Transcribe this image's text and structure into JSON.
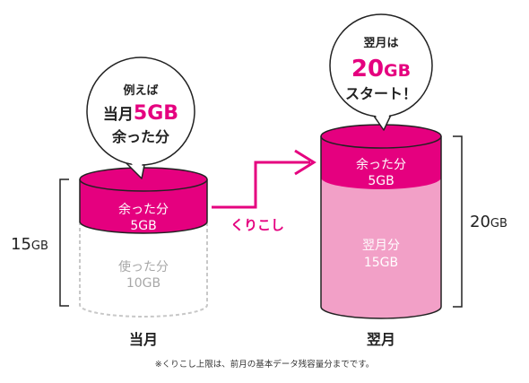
{
  "colors": {
    "magenta": "#e5007f",
    "pink": "#f2a0c7",
    "gray_text": "#a8a8a8",
    "dashed_border": "#c8c8c8",
    "dark_text": "#222222"
  },
  "current_month": {
    "bubble_line1": "例えば",
    "bubble_line2_prefix": "当月",
    "bubble_line2_amount": "5GB",
    "bubble_line3": "余った分",
    "remaining_label": "余った分",
    "remaining_amount": "5GB",
    "used_label": "使った分",
    "used_amount": "10GB",
    "total_number": "15",
    "total_unit": "GB",
    "caption": "当月"
  },
  "transfer_label": "くりこし",
  "next_month": {
    "bubble_line1": "翌月は",
    "bubble_amount_number": "20",
    "bubble_amount_unit": "GB",
    "bubble_line3": "スタート！",
    "carried_label": "余った分",
    "carried_amount": "5GB",
    "monthly_label": "翌月分",
    "monthly_amount": "15GB",
    "total_number": "20",
    "total_unit": "GB",
    "caption": "翌月"
  },
  "footnote": "※くりこし上限は、前月の基本データ残容量分までです。"
}
